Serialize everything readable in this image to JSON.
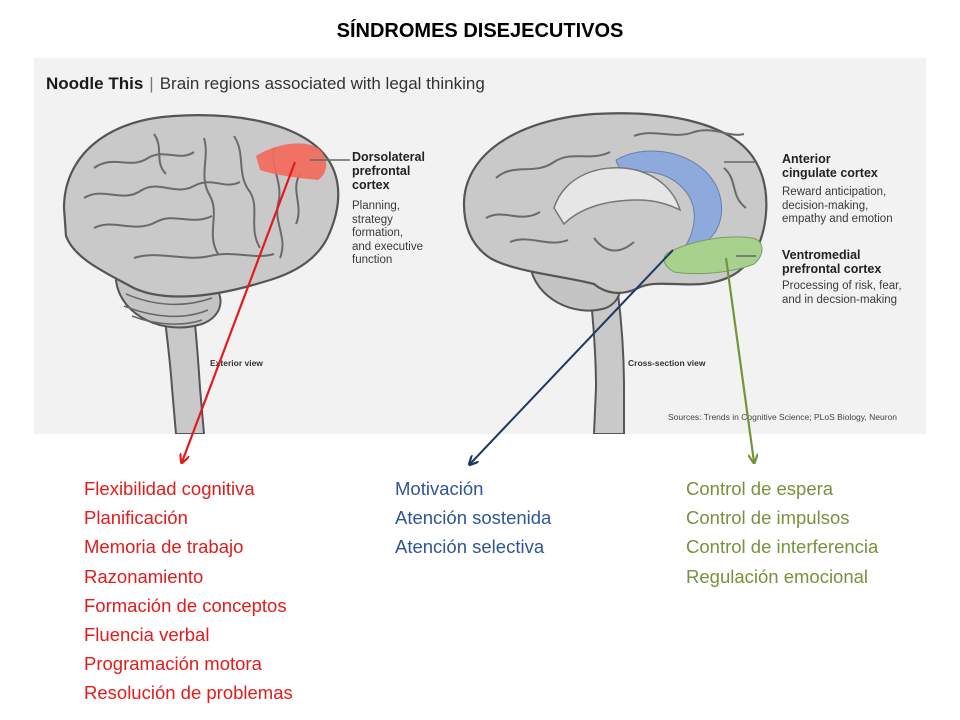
{
  "page_title": "SÍNDROMES DISEJECUTIVOS",
  "figure": {
    "header_bold": "Noodle This",
    "header_separator": "|",
    "header_rest": "Brain regions associated with legal thinking",
    "left_view_label": "Exterior view",
    "right_view_label": "Cross-section view",
    "sources": "Sources: Trends in Cognitive Science; PLoS Biology, Neuron",
    "dlpfc": {
      "title": "Dorsolateral\nprefrontal\ncortex",
      "desc": "Planning,\nstrategy\nformation,\nand executive\nfunction"
    },
    "acc": {
      "title": "Anterior\ncingulate cortex",
      "desc": "Reward anticipation,\ndecision-making,\nempathy and emotion"
    },
    "vmpfc": {
      "title": "Ventromedial\nprefrontal cortex",
      "desc": "Processing of risk, fear,\nand in decsion-making"
    }
  },
  "colors": {
    "red": "#e31b1b",
    "blue": "#1f3864",
    "blue_text": "#2e5597",
    "green": "#76923c",
    "region_red": "#f26a5c",
    "region_blue": "#8ea9db",
    "region_green": "#a9d18e",
    "brain_gray": "#c9c9c9",
    "brain_outline": "#555555"
  },
  "lists": {
    "red": [
      "Flexibilidad cognitiva",
      "Planificación",
      "Memoria de trabajo",
      "Razonamiento",
      "Formación de conceptos",
      "Fluencia verbal",
      "Programación motora",
      "Resolución de problemas"
    ],
    "blue": [
      "Motivación",
      "Atención sostenida",
      "Atención selectiva"
    ],
    "green": [
      "Control de espera",
      "Control de impulsos",
      "Control de interferencia",
      "Regulación emocional"
    ]
  }
}
